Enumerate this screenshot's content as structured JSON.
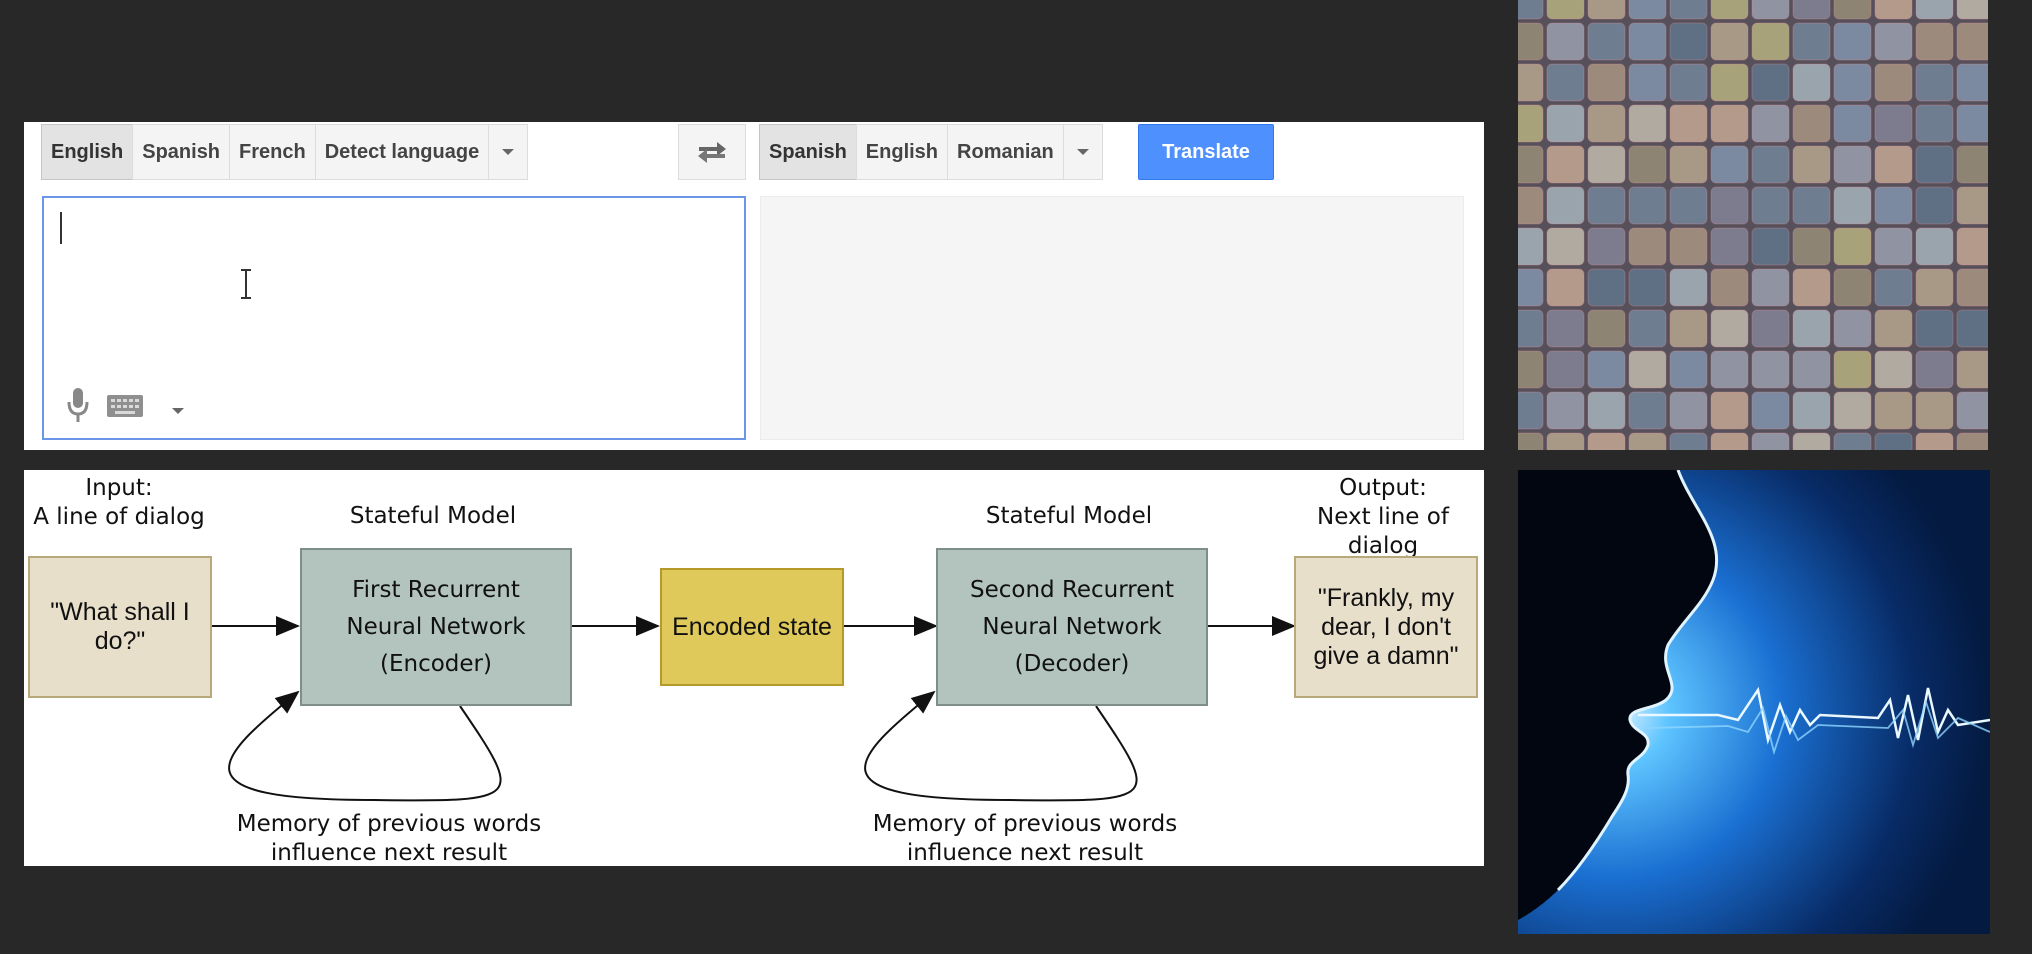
{
  "translate": {
    "source_languages": [
      "English",
      "Spanish",
      "French",
      "Detect language"
    ],
    "target_languages": [
      "Spanish",
      "English",
      "Romanian"
    ],
    "translate_label": "Translate",
    "source_text": ""
  },
  "diagram": {
    "input_title": "Input:",
    "input_subtitle": "A line of dialog",
    "output_title": "Output:",
    "output_subtitle": "Next line of dialog",
    "stateful_label_1": "Stateful Model",
    "stateful_label_2": "Stateful Model",
    "input_quote": "\"What shall I do?\"",
    "encoder_line1": "First Recurrent",
    "encoder_line2": "Neural Network",
    "encoder_line3": "(Encoder)",
    "encoded_state": "Encoded state",
    "decoder_line1": "Second Recurrent",
    "decoder_line2": "Neural Network",
    "decoder_line3": "(Decoder)",
    "output_quote": "\"Frankly, my dear, I don't give a damn\"",
    "memory_1_line1": "Memory of previous words",
    "memory_1_line2": "influence next result",
    "memory_2_line1": "Memory of previous words",
    "memory_2_line2": "influence next result"
  },
  "colors": {
    "background": "#282828",
    "translate_button": "#4d90fe",
    "rnn_box": "#b2c4bd",
    "state_box": "#dfc95a",
    "quote_box": "#e8dfcb"
  }
}
